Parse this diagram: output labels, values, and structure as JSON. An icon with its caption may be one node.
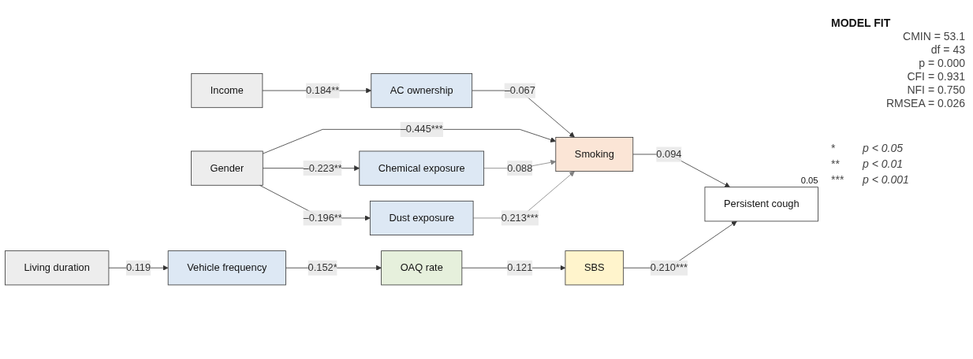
{
  "diagram": {
    "nodes": [
      {
        "text": [
          "Income"
        ]
      },
      {
        "text": [
          "AC ownership"
        ]
      },
      {
        "text": [
          "Living duration"
        ]
      },
      {
        "text": [
          "Vehicle frequency"
        ]
      },
      {
        "text": [
          "OAQ rate"
        ]
      },
      {
        "text": [
          "SBS"
        ]
      },
      {
        "text": [
          "Gender"
        ]
      },
      {
        "text": [
          "Chemical exposure"
        ]
      },
      {
        "text": [
          "Dust exposure"
        ]
      },
      {
        "text": [
          "Smoking"
        ]
      },
      {
        "text": [
          "Persistent cough"
        ],
        "beside": [
          "0.05"
        ]
      }
    ],
    "edges": [
      {
        "from": 0,
        "to": 1,
        "arrow": "to",
        "label": "0.184**"
      },
      {
        "from": 2,
        "to": 3,
        "arrow": "to",
        "label": "0.119"
      },
      {
        "from": 3,
        "to": 4,
        "arrow": "to",
        "label": "0.152*"
      },
      {
        "from": 4,
        "to": 5,
        "arrow": "to",
        "label": "0.121"
      },
      {
        "from": 1,
        "to": 9,
        "arrow": "to",
        "label": "–0.067"
      },
      {
        "from": 6,
        "to": 9,
        "arrow": "to",
        "label": "–0.445***"
      },
      {
        "from": 6,
        "to": 7,
        "arrow": "to",
        "label": "–0.223**"
      },
      {
        "from": 6,
        "to": 8,
        "arrow": "to",
        "label": "–0.196**"
      },
      {
        "from": 7,
        "to": 9,
        "arrow": "to",
        "label": "0.088",
        "color": "#808080"
      },
      {
        "from": 8,
        "to": 9,
        "arrow": "to",
        "label": "0.213***",
        "color": "#808080"
      },
      {
        "from": 9,
        "to": 10,
        "arrow": "to",
        "label": "0.094"
      },
      {
        "from": 5,
        "to": 10,
        "arrow": "to",
        "label": "0.210***"
      }
    ],
    "labels": [
      "MODEL FIT",
      "CMIN = 53.1",
      "df = 43",
      "p = 0.000",
      "CFI = 0.931",
      "NFI = 0.750",
      "RMSEA = 0.026",
      "*",
      "p < 0.05",
      "**",
      "p < 0.01",
      "***",
      "p < 0.001"
    ]
  }
}
